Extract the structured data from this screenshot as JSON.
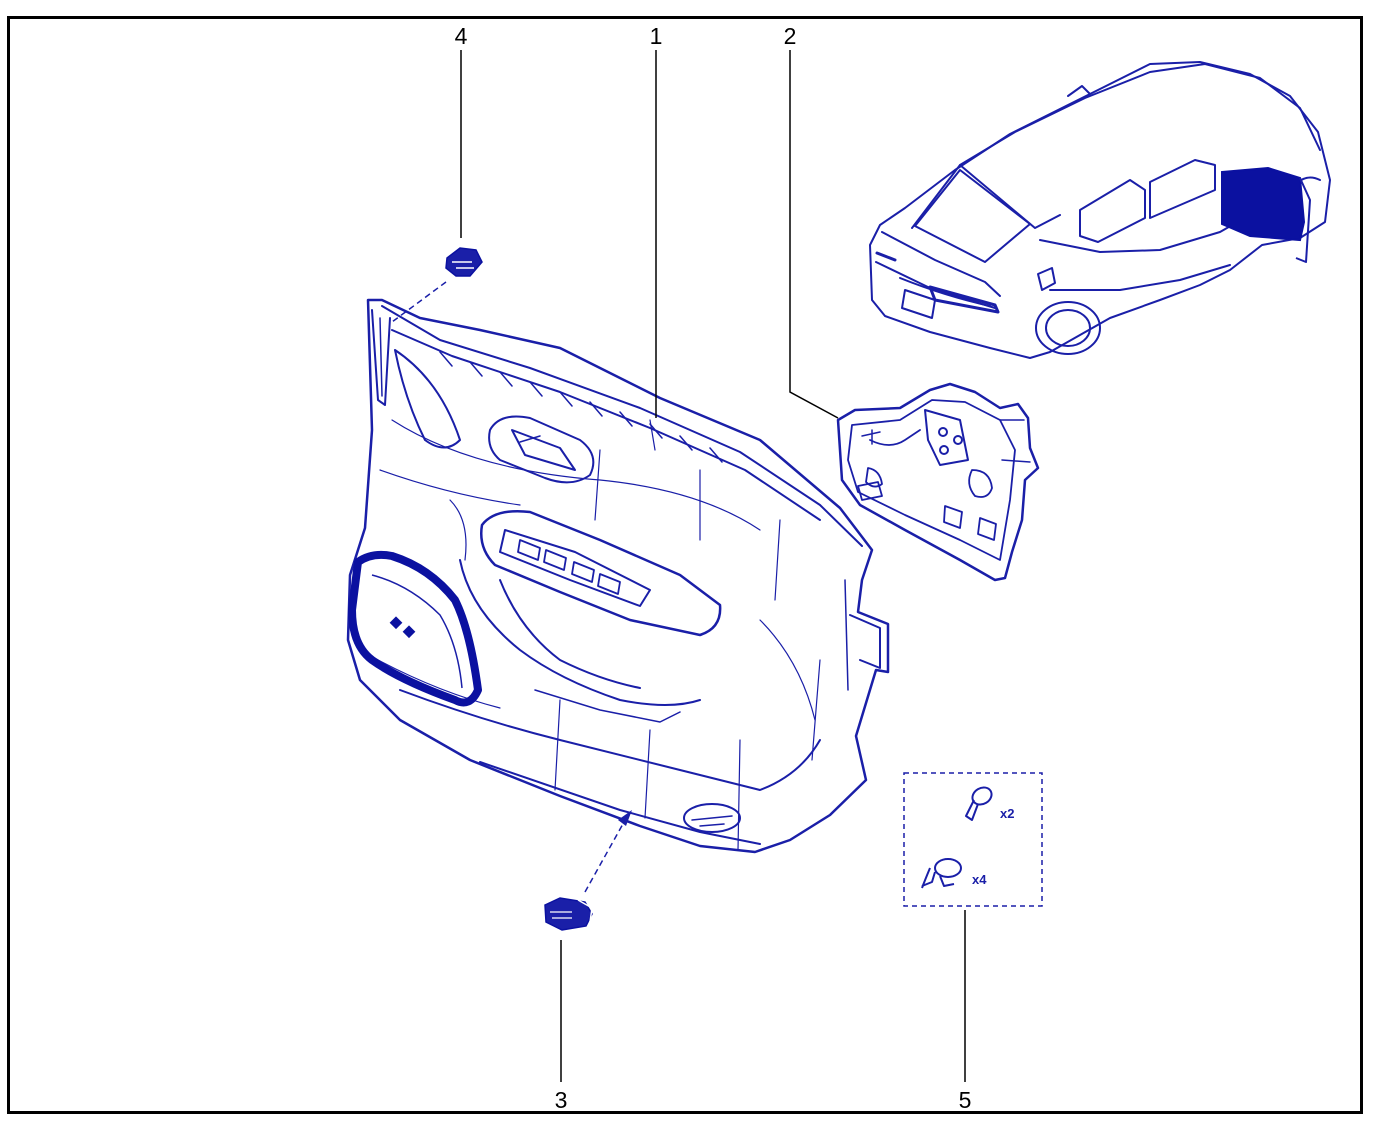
{
  "diagram": {
    "callouts": [
      "1",
      "2",
      "3",
      "4",
      "5"
    ],
    "kit_quantities": [
      "x2",
      "x4"
    ],
    "colors": {
      "line_art": "#1a1fa8",
      "fill_dark": "#0b11a0",
      "callout_line": "#000000",
      "frame": "#000000",
      "background": "#ffffff"
    }
  }
}
